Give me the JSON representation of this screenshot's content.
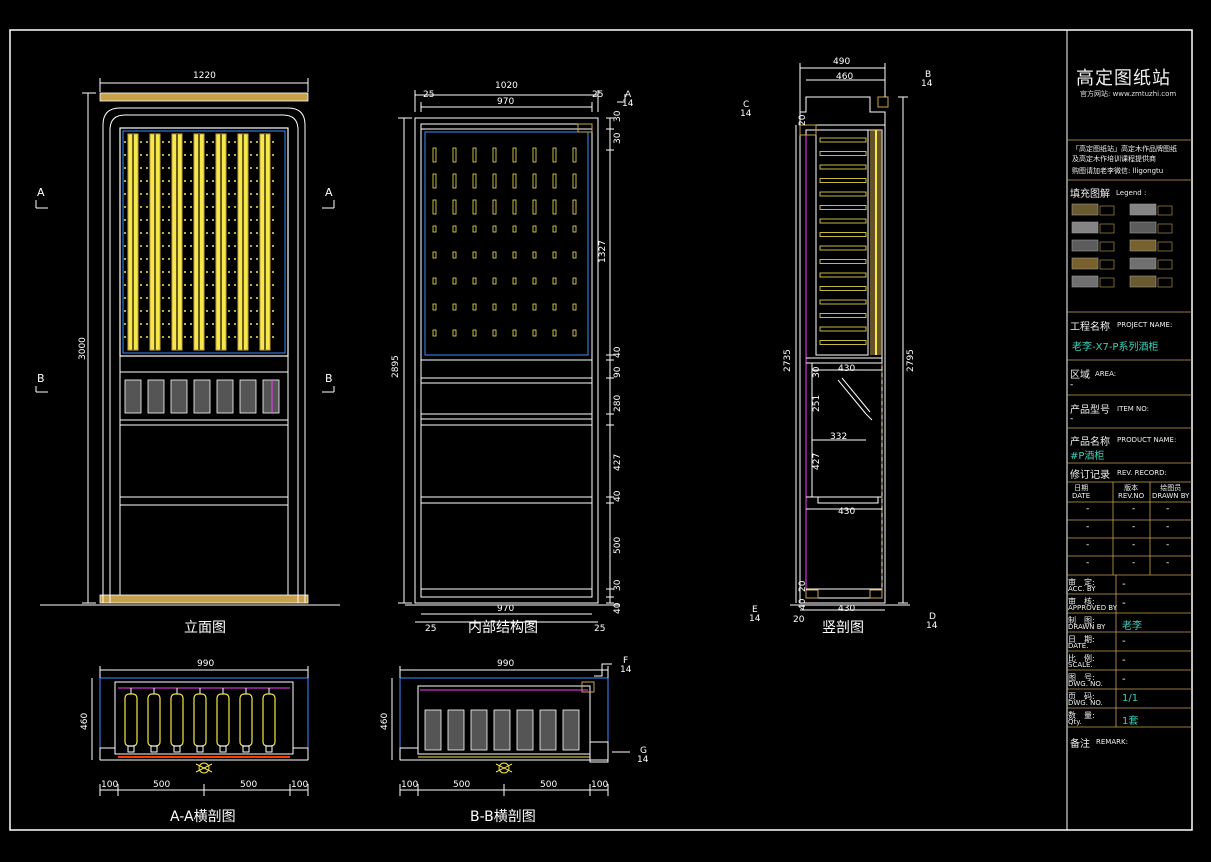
{
  "title_block": {
    "brand": "高定图纸站",
    "website": "官方网站: www.zmtuzhi.com",
    "notice_line1": "「高定图纸站」高定木作品牌图纸",
    "notice_line2": "及高定木作培训课程提供商",
    "notice_line3": "购图请加老李微信: lligongtu",
    "legend_label": "填充图解",
    "legend_en": "Legend :",
    "project_label": "工程名称",
    "project_en": "PROJECT NAME:",
    "project_value": "老李-X7-P系列酒柜",
    "area_label": "区域",
    "area_en": "AREA:",
    "area_value": "-",
    "item_label": "产品型号",
    "item_en": "ITEM NO:",
    "item_value": "-",
    "product_label": "产品名称",
    "product_en": "PRODUCT NAME:",
    "product_value": "#P酒柜",
    "rev_label": "修订记录",
    "rev_en": "REV. RECORD:",
    "rev_cols": [
      "日期\nDATE",
      "版本\nREV.NO",
      "绘图员\nDRAWN BY"
    ],
    "rev_rows": [
      [
        "-",
        "-",
        "-"
      ],
      [
        "-",
        "-",
        "-"
      ],
      [
        "-",
        "-",
        "-"
      ],
      [
        "-",
        "-",
        "-"
      ]
    ],
    "fields": [
      {
        "cn": "审　定:",
        "en": "ACC. BY",
        "val": "-"
      },
      {
        "cn": "审　核:",
        "en": "APPROVED BY",
        "val": "-"
      },
      {
        "cn": "制　图:",
        "en": "DRAWN BY",
        "val": "老李"
      },
      {
        "cn": "日　期:",
        "en": "DATE.",
        "val": "-"
      },
      {
        "cn": "比　例:",
        "en": "SCALE.",
        "val": "-"
      },
      {
        "cn": "图　号:",
        "en": "DWG. NO.",
        "val": "-"
      },
      {
        "cn": "页　码:",
        "en": "DWG. NO.",
        "val": "1/1"
      },
      {
        "cn": "数　量:",
        "en": "Qty.",
        "val": "1套"
      }
    ],
    "remark_label": "备注",
    "remark_en": "REMARK:"
  },
  "views": {
    "elevation": {
      "title": "立面图",
      "width": "1220",
      "height": "3000",
      "sec_a": "A",
      "sec_b": "B"
    },
    "internal": {
      "title": "内部结构图",
      "outer_w": "1020",
      "inner_w": "970",
      "side": "25",
      "height": "2895",
      "dims": [
        "30",
        "30",
        "1327",
        "40",
        "90",
        "280",
        "427",
        "40",
        "500",
        "30",
        "40"
      ],
      "marker_a": "A",
      "marker_a_no": "14"
    },
    "section": {
      "title": "竖剖图",
      "d1": "490",
      "d2": "460",
      "h1": "2735",
      "h2": "2795",
      "d3": "430",
      "d4": "332",
      "d5": "430",
      "d6": "430",
      "d7": "251",
      "d8": "427",
      "d9": "30",
      "d10": "20",
      "d11": "40",
      "d12": "20",
      "d13": "20",
      "markers": [
        {
          "l": "B",
          "n": "14"
        },
        {
          "l": "C",
          "n": "14"
        },
        {
          "l": "E",
          "n": "14"
        },
        {
          "l": "D",
          "n": "14"
        }
      ]
    },
    "aa": {
      "title": "A-A横剖图",
      "width": "990",
      "height": "460",
      "dims": [
        "100",
        "500",
        "500",
        "100"
      ]
    },
    "bb": {
      "title": "B-B横剖图",
      "width": "990",
      "height": "460",
      "dims": [
        "100",
        "500",
        "500",
        "100"
      ],
      "markers": [
        {
          "l": "F",
          "n": "14"
        },
        {
          "l": "G",
          "n": "14"
        }
      ]
    }
  }
}
